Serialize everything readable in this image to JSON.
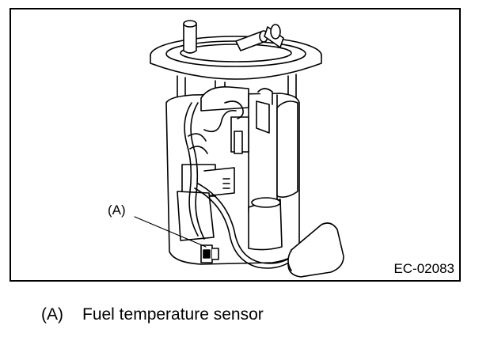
{
  "figure": {
    "callout_label": "(A)",
    "figure_code": "EC-02083"
  },
  "legend": {
    "key": "(A)",
    "description": "Fuel temperature sensor"
  }
}
